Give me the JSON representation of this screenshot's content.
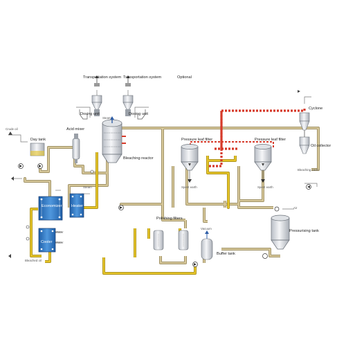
{
  "diagram": {
    "optional_note": "Optional",
    "colors": {
      "pipe_oil": "#c9b98a",
      "pipe_oil_edge": "#8d7f52",
      "pipe_bleach": "#e6c52a",
      "pipe_bleach_edge": "#9b8418",
      "pipe_hot": "#d63a2a",
      "pipe_blue": "#2e5ea8",
      "vessel": "#e8eaee",
      "vessel_edge": "#6a7078",
      "hx_blue": "#2f78c4"
    },
    "labels": {
      "transport_1": "Transportation system",
      "transport_2": "Transportation system",
      "dosing_1": "Dosing unit",
      "dosing_2": "Dosing unit",
      "bleaching_reactor": "Bleaching reactor",
      "acid_mixer": "Acid mixer",
      "day_tank": "Day tank",
      "economizer": "Economizer",
      "heater": "Heater",
      "cooler": "Cooler",
      "pressure_filter_1": "Pressure leaf filter",
      "pressure_filter_2": "Pressure leaf filter",
      "spent_earth_1": "Spent earth",
      "spent_earth_2": "Spent earth",
      "polishing_filters": "Polishing filters",
      "buffer_tank": "Buffer tank",
      "cyclone": "Cyclone",
      "oil_collector": "Oil collector",
      "bleaching_earth": "Bleaching earth",
      "pressure_tank": "Pressurising tank",
      "crude_oil": "Crude oil",
      "bleached_oil": "Bleached oil",
      "steam_1": "Steam",
      "steam_2": "Steam",
      "water_1": "Water",
      "water_2": "Water",
      "vacuum": "Vacuum",
      "air": "Air"
    }
  }
}
